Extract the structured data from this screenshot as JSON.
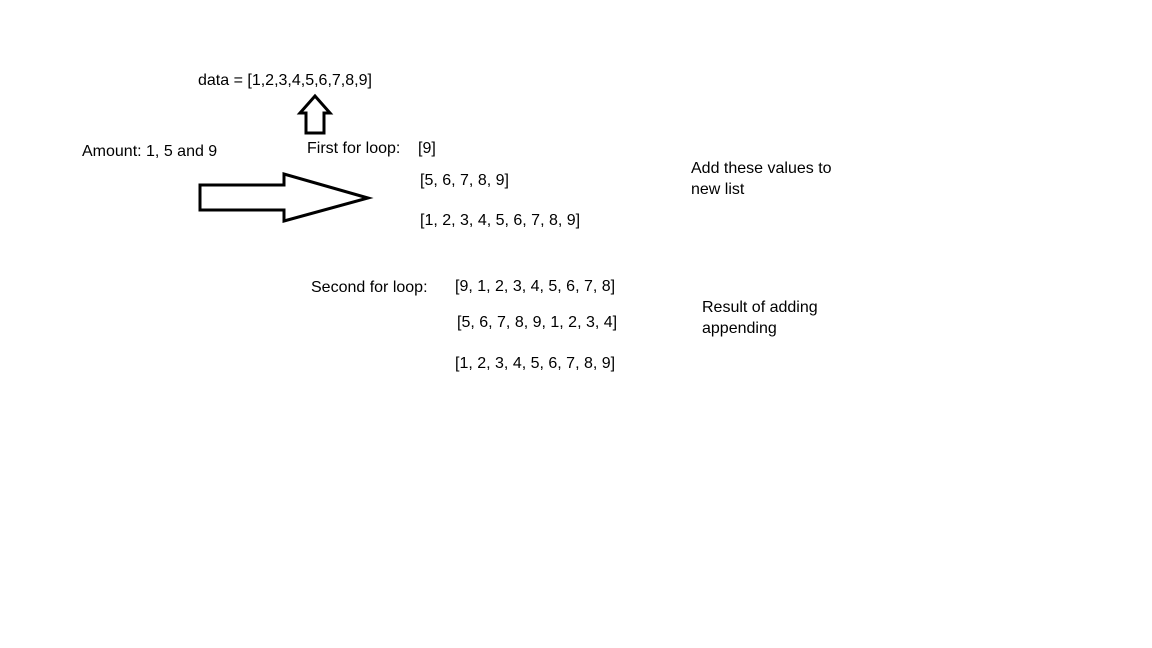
{
  "data_line": "data = [1,2,3,4,5,6,7,8,9]",
  "amount_label": "Amount: 1, 5 and 9",
  "first_loop": {
    "label": "First for loop:",
    "values": [
      "[9]",
      "[5, 6, 7, 8, 9]",
      "[1, 2, 3, 4, 5, 6, 7, 8, 9]"
    ]
  },
  "second_loop": {
    "label": "Second for loop:",
    "values": [
      "[9, 1, 2, 3, 4, 5, 6, 7, 8]",
      "[5, 6, 7, 8, 9, 1, 2, 3, 4]",
      "[1, 2, 3, 4, 5, 6, 7, 8, 9]"
    ]
  },
  "notes": {
    "add_values": "Add these values to new list",
    "result": "Result of adding appending"
  }
}
